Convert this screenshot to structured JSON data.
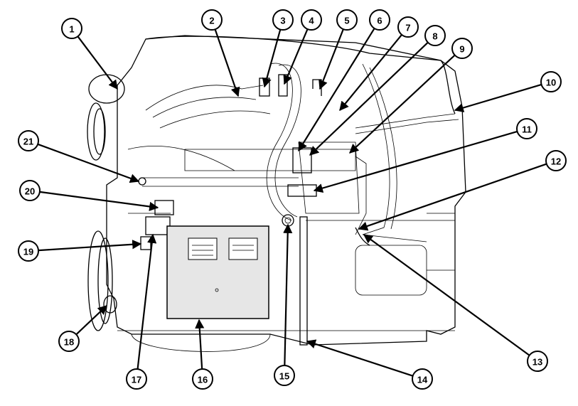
{
  "diagram": {
    "callouts": [
      {
        "label": "1"
      },
      {
        "label": "2"
      },
      {
        "label": "3"
      },
      {
        "label": "4"
      },
      {
        "label": "5"
      },
      {
        "label": "6"
      },
      {
        "label": "7"
      },
      {
        "label": "8"
      },
      {
        "label": "9"
      },
      {
        "label": "10"
      },
      {
        "label": "11"
      },
      {
        "label": "12"
      },
      {
        "label": "13"
      },
      {
        "label": "14"
      },
      {
        "label": "15"
      },
      {
        "label": "16"
      },
      {
        "label": "17"
      },
      {
        "label": "18"
      },
      {
        "label": "19"
      },
      {
        "label": "20"
      },
      {
        "label": "21"
      }
    ],
    "colors": {
      "line": "#000000",
      "ecm_fill": "#e6e6e6",
      "background": "#ffffff"
    }
  }
}
